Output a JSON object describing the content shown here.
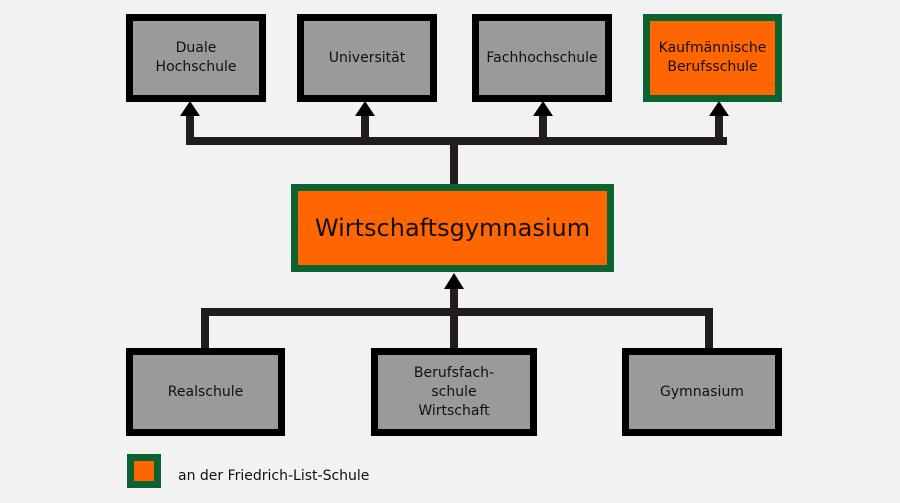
{
  "colors": {
    "background": "#f2f2f2",
    "box_fill_gray": "#9a9a9a",
    "box_border_black": "#000000",
    "highlight_fill": "#ff6600",
    "highlight_border": "#0b6332",
    "connector": "#221c1a"
  },
  "top_row": [
    {
      "label": "Duale\nHochschule",
      "highlighted": false
    },
    {
      "label": "Universität",
      "highlighted": false
    },
    {
      "label": "Fachhochschule",
      "highlighted": false
    },
    {
      "label": "Kaufmännische\nBerufsschule",
      "highlighted": true
    }
  ],
  "center": {
    "label": "Wirtschaftsgymnasium",
    "highlighted": true
  },
  "bottom_row": [
    {
      "label": "Realschule",
      "highlighted": false
    },
    {
      "label": "Berufsfach-\nschule\nWirtschaft",
      "highlighted": false
    },
    {
      "label": "Gymnasium",
      "highlighted": false
    }
  ],
  "legend": {
    "label": "an der Friedrich-List-Schule"
  }
}
